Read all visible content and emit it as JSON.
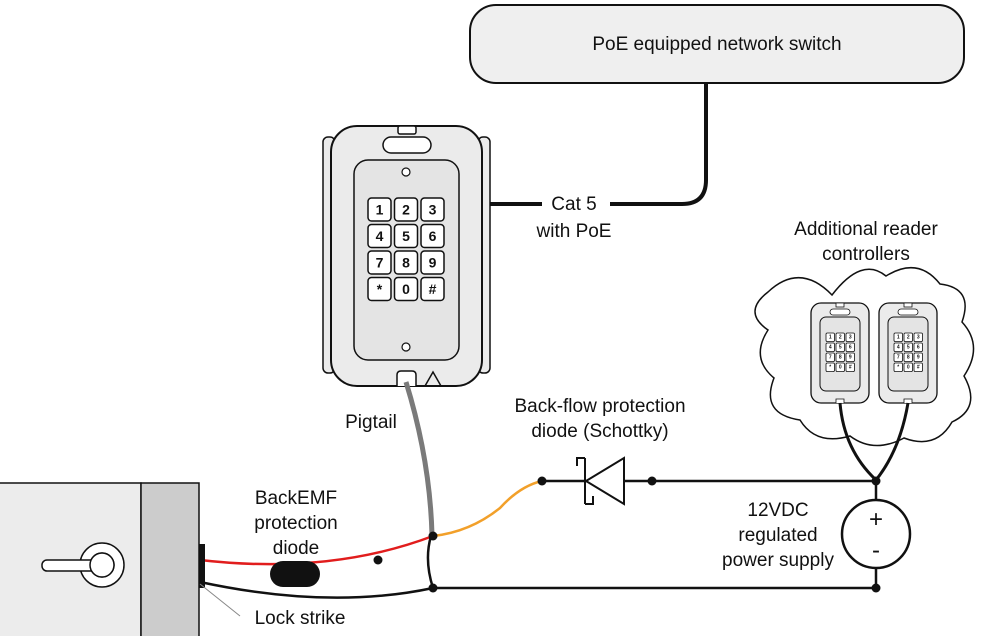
{
  "labels": {
    "switch": "PoE equipped network switch",
    "cat5_line1": "Cat 5",
    "cat5_line2": "with PoE",
    "additional_line1": "Additional reader",
    "additional_line2": "controllers",
    "pigtail": "Pigtail",
    "backflow_line1": "Back-flow protection",
    "backflow_line2": "diode (Schottky)",
    "backemf_line1": "BackEMF",
    "backemf_line2": "protection",
    "backemf_line3": "diode",
    "psu_line1": "12VDC",
    "psu_line2": "regulated",
    "psu_line3": "power supply",
    "lock_strike": "Lock strike",
    "plus": "+",
    "minus": "-"
  },
  "keypad_keys": [
    "1",
    "2",
    "3",
    "4",
    "5",
    "6",
    "7",
    "8",
    "9",
    "*",
    "0",
    "#"
  ],
  "colors": {
    "wire_black": "#111111",
    "wire_red": "#e11d1d",
    "wire_orange": "#f2a02a",
    "wire_gray": "#7a7a7a",
    "switch_fill": "#efefef",
    "reader_body": "#ebebeb",
    "door_fill": "#ececec",
    "door_frame": "#cccccc"
  }
}
